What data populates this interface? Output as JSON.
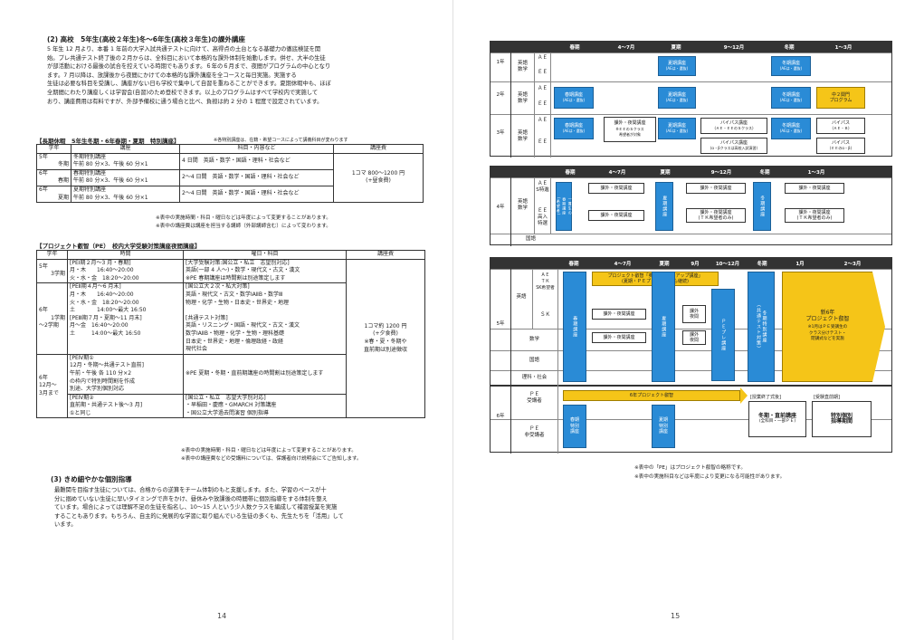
{
  "left": {
    "page_number": "14",
    "sec2_heading": "(2) 高校　5年生(高校２年生)冬～6年生(高校３年生)の課外講座",
    "sec2_lines": [
      "5 年生 12 月より、本番 1 年前の大学入試共通テストに向けて、高得点の土台となる基礎力の徹底検証を開",
      "始。プレ共通テスト終了後の２月からは、全科目において本格的な課外体制を始動します。併せ、大半の生徒",
      "が部活動における最後の試合を控えている時期でもあります。６年の６月まで、夜間がプログラムの中心となり",
      "ます。7 月以降は、放課後から夜間にかけての本格的な課外講座を全コースと毎日実施。実施する",
      "生徒は必要な科目を受講し、講座がない日も学校で集中して自習を重ねることができます。夏期休暇中も、ほぼ",
      "全期間にわたり講座しくは学習会(自習)のため登校できます。以上のプログラムはすべて学校内で実施して",
      "おり、講座費用は有料ですが、外部予備校に通う場合と比べ、負担は約 2 分の 1 程度で設定されています。"
    ],
    "t1_title": "【長期休暇　5年生冬期・6年春期・夏期　特別講座】",
    "t1_note": "※各特別講座は、在籍・希望コースによって講義科目が変わります",
    "t1_headers": [
      "学年",
      "講座",
      "科目・内容など",
      "講座費"
    ],
    "t1_rows": [
      {
        "grade": "5年",
        "term": "冬期",
        "course": "冬期特別講座",
        "time": "午前 80 分×3、午後 60 分×1",
        "content": "4 日間　英語・数学・国語・理科・社会など"
      },
      {
        "grade": "6年",
        "term": "春期",
        "course": "春期特別講座",
        "time": "午前 80 分×3、午後 60 分×1",
        "content": "2～4 日間　英語・数学・国語・理科・社会など"
      },
      {
        "grade": "6年",
        "term": "夏期",
        "course": "夏期特別講座",
        "time": "午前 80 分×3、午後 60 分×1",
        "content": "2～4 日間　英語・数学・国語・理科・社会など"
      }
    ],
    "t1_fee": "1コマ 800～1200 円",
    "t1_fee2": "(+昼食費)",
    "t1_foot1": "※表中の実施時間・科目・曜日などは年度によって変更することがあります。",
    "t1_foot2": "※表中の講座費は講座を担当する講師（外部講師含む）によって変わります。",
    "t2_title": "【プロジェクト叡智（PE）　校内大学受験対策講座夜間講座】",
    "t2_headers": [
      "学年",
      "時間",
      "曜日・科目",
      "講座費"
    ],
    "t2_g1": "5年",
    "t2_g1b": "3学期",
    "t2_g1_time": [
      "[PEⅠ期２月～3 月・春期]",
      "月・木　　16:40～20:00",
      "火・水・金　18:20～20:00"
    ],
    "t2_g1_subj": [
      "[大学受験対策:国公立・私立　志望別対応]",
      "英語(一部 4 人～)・数学・現代文・古文・漢文",
      "※PE 春期講座は時間割は別途策定します"
    ],
    "t2_g2": "6年",
    "t2_g2b": "1学期",
    "t2_g2c": "～2学期",
    "t2_g2_time": [
      "[PEⅡ期４月～6 月末]",
      "月・木　　16:40～20:00",
      "火・水・金　18:20～20:00",
      "土　　　　14:00～最大 16:50",
      "[PEⅢ期７月・夏期～11 月末]",
      "月～金　16:40～20:00",
      "土　　　14:00～最大 16:50"
    ],
    "t2_g2_subj": [
      "[国公立大２次・私大対策]",
      "英語・現代文・古文・数学ⅠAⅡB・数学Ⅲ",
      "物理・化学・生物・日本史・世界史・地理",
      "",
      "[共通テスト対策]",
      "英語・リスニング・国語・現代文・古文・漢文",
      "数学ⅠAⅡB・物理・化学・生物・理科基礎",
      "日本史・世界史・地理・倫理政経・政経",
      "現代社会"
    ],
    "t2_g3": "6年",
    "t2_g3b": "12月～",
    "t2_g3c": "3月まで",
    "t2_g3_time1": [
      "[PEⅣ期①",
      "12月・冬期～共通テスト直前]",
      "午前・午後 各 110 分×2",
      "の枠内で特別時間割を作成",
      "別途、大学別個別対応"
    ],
    "t2_g3_subj1": "※PE 夏期・冬期・直前期講座の時間割は別途策定します",
    "t2_g3_time2": [
      "[PEⅣ期②",
      "直前期・共通テスト後～3 月]",
      "①と同じ"
    ],
    "t2_g3_subj2": [
      "[国公立・私立　志望大学別対応]",
      "・早稲田・慶應・GMARCH 対策講座",
      "・国公立大学過去問演習 個別指導"
    ],
    "t2_fee": [
      "1コマ約 1200 円",
      "(+夕食費)",
      "※春・夏・冬期や",
      "直前期は別途徴収"
    ],
    "t2_foot1": "※表中の実施時間・科目・曜日などは年度によって変更することがあります。",
    "t2_foot2": "※表中の講座費などの受講料については、保護者向け説明会にてご告知します。",
    "sec3_heading": "(3) きめ細やかな個別指導",
    "sec3_lines": [
      "最難関を目指す生徒については、合格からの逆算をチーム体制のもと支援します。また、学習のペースが十",
      "分に掴めていない生徒に早いタイミングで声をかけ、昼休みや放課後の時間帯に個別指導をする体制を整え",
      "ています。場合によっては理解不足の生徒を指名し、10～15 人という少人数クラスを編成して補習授業を実施",
      "することもあります。もちろん、自主的に発展的な学習に取り組んでいる生徒の多くも、先生たちを「活用」して",
      "います。"
    ]
  },
  "right": {
    "page_number": "15",
    "g1_head": [
      "春期",
      "4～7月",
      "夏期",
      "9～12月",
      "冬期",
      "1～3月"
    ],
    "g1_grades": [
      "1年",
      "2年",
      "3年"
    ],
    "g1_subj": "英語\n数学",
    "ae": "ＡＥ",
    "ee": "ＥＥ",
    "summer_lec": "夏期講座",
    "winter_lec": "冬期講座",
    "spring_lec": "春期講座",
    "ae_only": "(AEは・選抜)",
    "chu2": "中２関門",
    "chu2b": "プログラム",
    "kagai_yakan": "課外・夜間講座",
    "ee_s_note": "※ＥＥのＳクラス",
    "ee_s_note2": "希望者が対象",
    "bypass": "バイパス講座",
    "bypass_note": "(ＡＥ・ＥＥのＳクラス)",
    "bypass_note2": "(α・βクラスは高校入試演習)",
    "bypass2": "バイパス",
    "bypass2_note": "(ＡＥ・Ｂ)",
    "bypass3_note": "(ＥＥのα・β)",
    "g2_head": [
      "春期",
      "4～7月",
      "夏期",
      "9～12月",
      "冬期",
      "1～3月"
    ],
    "g2_grade": "4年",
    "g2_subj": "英語\n数学",
    "g2_ae": "ＡＥ\nS特進",
    "g2_ee": "ＥＥ\n高入\n特選",
    "g2_v1": "一貫生の\n春期講座\n(希望者)",
    "g2_summer": "夏期講座",
    "g2_winter": "冬期講座",
    "g2_tk": "課外・夜間講座\n(ＴＫ希望者のみ)",
    "g2_kokugo": "国語",
    "g3_head": [
      "春期",
      "4～7月",
      "夏期",
      "9月",
      "10～12月",
      "冬期",
      "1月",
      "2～3月"
    ],
    "g3_grade": "5年",
    "g3_eng": "英語",
    "g3_aetk": "ＡＥ\nＴＫ\nSK希望者",
    "g3_sk": "ＳＫ",
    "g3_math": "数学",
    "g3_koku": "国語",
    "g3_rika": "理科・社会",
    "pe_eng_start": "プロジェクト叡智「英語スタートアップ講座」",
    "pe_eng_start2": "(夏期・ＰＥプレ講座期間も継続)",
    "g3_spring": "春期講座",
    "g3_summer": "夏期講座",
    "g3_pepre": "ＰＥプレ講座",
    "g3_jiyu": "課外\n夜間",
    "g3_winter": "冬期特別講座\n(共通テスト対策)",
    "new6": "新6年",
    "new6b": "プロジェクト叡智",
    "new6_note": "※1月はＰＥ受講生の\nクラス分けテスト・\n閉講式などを実施",
    "g4_grade": "6年",
    "g4_pe": "ＰＥ\n受講者",
    "g4_nonpe": "ＰＥ\n非受講者",
    "g4_pe_bar": "6年プロジェクト叡智",
    "g4_spring": "春期\n特別\n講座",
    "g4_summer": "夏期\n特別\n講座",
    "g4_end_small": "[授業終了式後]",
    "g4_end": "冬期・直前講座",
    "g4_end_note": "(全科目・一部ＰＥ)",
    "g4_sub_small": "[受験直前期]",
    "g4_sub": "特別個別\n指導期間",
    "foot1": "※表中の「PE」はプロジェクト叡智の略称です。",
    "foot2": "※表中の実施科目などは年度により変更になる可能性があります。",
    "colors": {
      "blue": "#2a8bd6",
      "yellow": "#f5c518",
      "header": "#333333"
    }
  }
}
